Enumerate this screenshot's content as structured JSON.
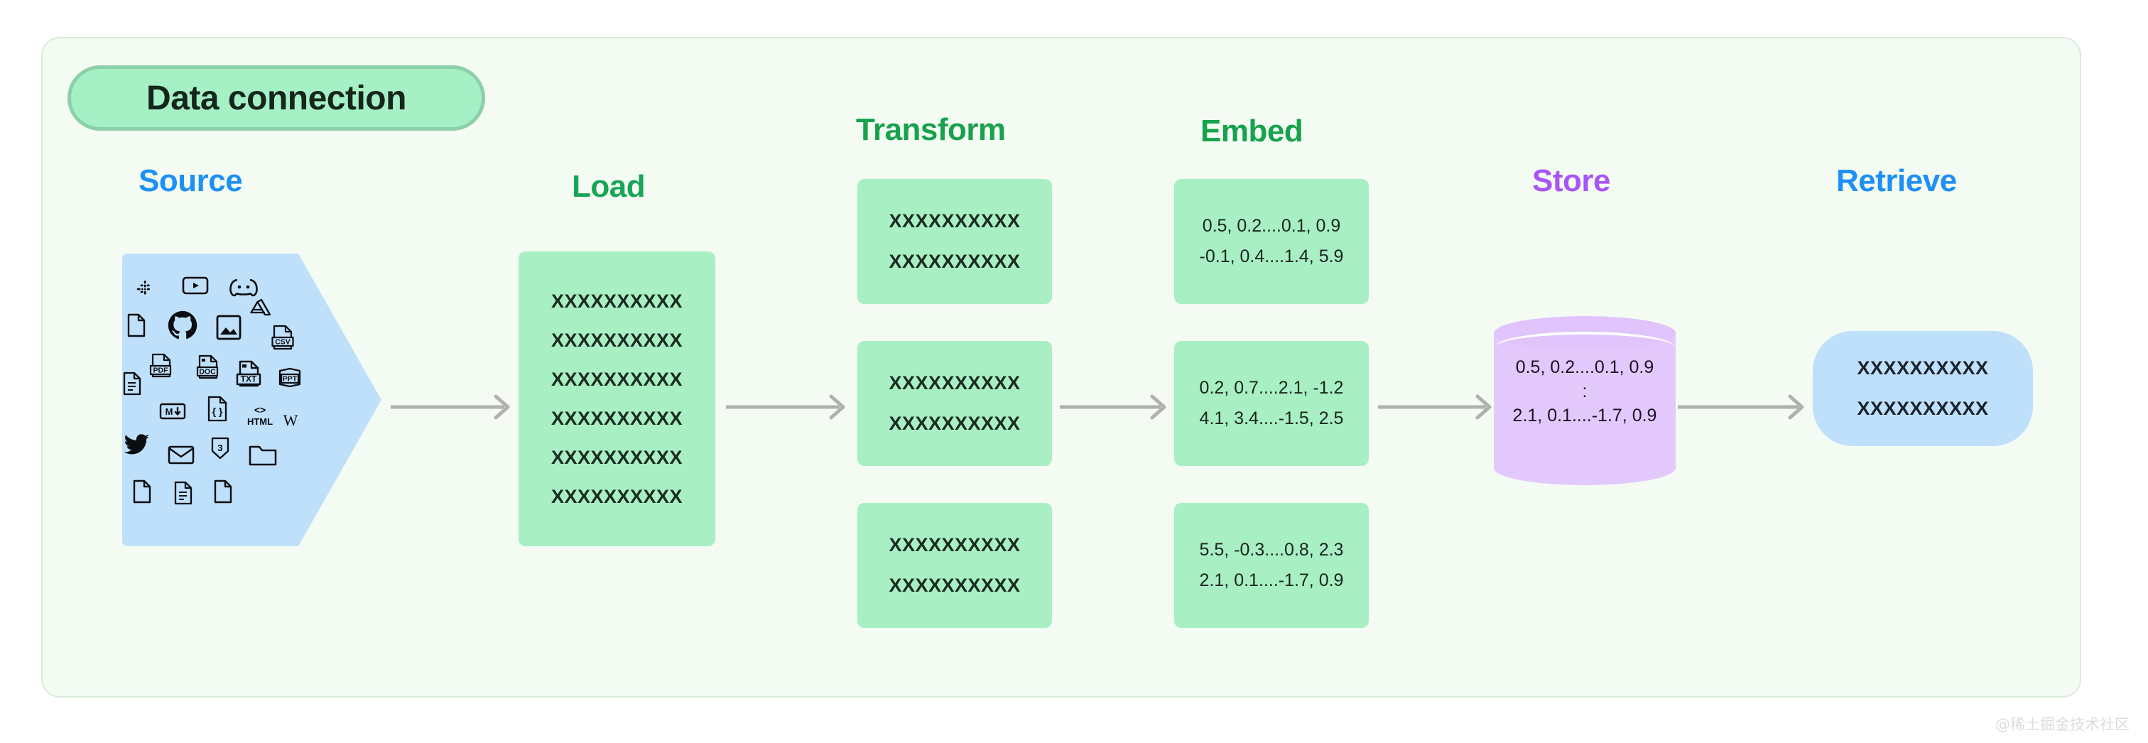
{
  "title": {
    "label": "Data connection"
  },
  "stages": [
    {
      "key": "source",
      "label": "Source",
      "color": "#1e90f5"
    },
    {
      "key": "load",
      "label": "Load",
      "color": "#18a558"
    },
    {
      "key": "transform",
      "label": "Transform",
      "color": "#17a24c"
    },
    {
      "key": "embed",
      "label": "Embed",
      "color": "#17a24c"
    },
    {
      "key": "store",
      "label": "Store",
      "color": "#a855f7"
    },
    {
      "key": "retrieve",
      "label": "Retrieve",
      "color": "#1e90f5"
    }
  ],
  "source": {
    "shape_color": "#bfe0fb",
    "icons": [
      "slack-icon",
      "youtube-icon",
      "discord-icon",
      "file-icon",
      "github-icon",
      "image-icon",
      "google-drive-icon",
      "csv-file-icon",
      "document-lines-icon",
      "pdf-file-icon",
      "doc-file-icon",
      "txt-file-icon",
      "ppt-file-icon",
      "markdown-icon",
      "json-file-icon",
      "html-icon",
      "wikipedia-icon",
      "twitter-icon",
      "email-icon",
      "css3-icon",
      "folder-icon",
      "file-plain-icon",
      "document-text-icon",
      "file-blank-icon"
    ],
    "icon_labels": {
      "csv": "CSV",
      "pdf": "PDF",
      "doc": "DOC",
      "txt": "TXT",
      "ppt": "PPT",
      "markdown": "M",
      "json": "{ }",
      "html_code": "<>",
      "html_text": "HTML",
      "wikipedia": "W"
    }
  },
  "load": {
    "box_color": "#a8efc4",
    "lines": [
      "XXXXXXXXXX",
      "XXXXXXXXXX",
      "XXXXXXXXXX",
      "XXXXXXXXXX",
      "XXXXXXXXXX",
      "XXXXXXXXXX"
    ]
  },
  "transform": {
    "box_color": "#a8efc4",
    "boxes": [
      {
        "lines": [
          "XXXXXXXXXX",
          "XXXXXXXXXX"
        ]
      },
      {
        "lines": [
          "XXXXXXXXXX",
          "XXXXXXXXXX"
        ]
      },
      {
        "lines": [
          "XXXXXXXXXX",
          "XXXXXXXXXX"
        ]
      }
    ]
  },
  "embed": {
    "box_color": "#a8efc4",
    "boxes": [
      {
        "lines": [
          "0.5, 0.2....0.1, 0.9",
          "-0.1, 0.4....1.4, 5.9"
        ]
      },
      {
        "lines": [
          "0.2, 0.7....2.1, -1.2",
          "4.1, 3.4....-1.5, 2.5"
        ]
      },
      {
        "lines": [
          "5.5, -0.3....0.8, 2.3",
          "2.1, 0.1....-1.7, 0.9"
        ]
      }
    ]
  },
  "store": {
    "cylinder_color": "#e3c9fb",
    "lines": [
      "0.5, 0.2....0.1, 0.9",
      ":",
      "2.1, 0.1....-1.7, 0.9"
    ]
  },
  "retrieve": {
    "box_color": "#bfe0fb",
    "lines": [
      "XXXXXXXXXX",
      "XXXXXXXXXX"
    ]
  },
  "arrows": {
    "color": "#aeb2ae",
    "count": 5
  },
  "frame": {
    "background": "#f3fbf3",
    "border": "#d9ecd9"
  },
  "watermark": {
    "text": "@稀土掘金技术社区"
  }
}
